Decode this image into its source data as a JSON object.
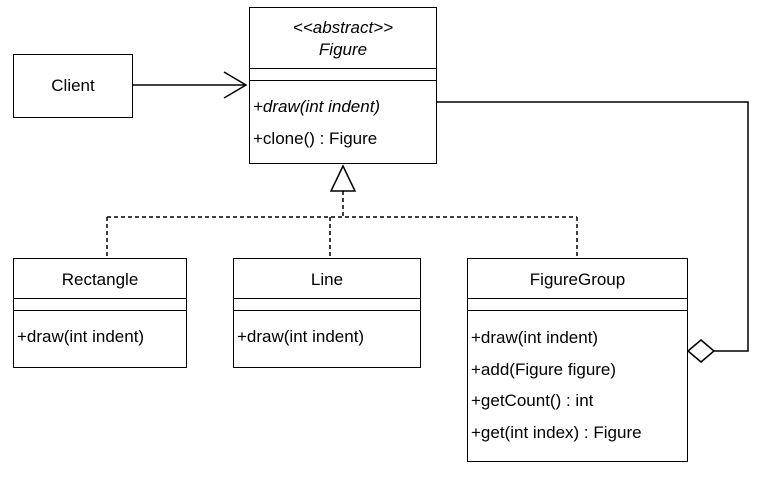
{
  "client": {
    "name": "Client"
  },
  "figure": {
    "stereotype": "<<abstract>>",
    "name": "Figure",
    "operations": [
      "+draw(int indent)",
      "+clone() : Figure"
    ]
  },
  "rectangle": {
    "name": "Rectangle",
    "operations": [
      "+draw(int indent)"
    ]
  },
  "line": {
    "name": "Line",
    "operations": [
      "+draw(int indent)"
    ]
  },
  "figure_group": {
    "name": "FigureGroup",
    "operations": [
      "+draw(int indent)",
      "+add(Figure figure)",
      "+getCount() : int",
      "+get(int index) : Figure"
    ]
  }
}
